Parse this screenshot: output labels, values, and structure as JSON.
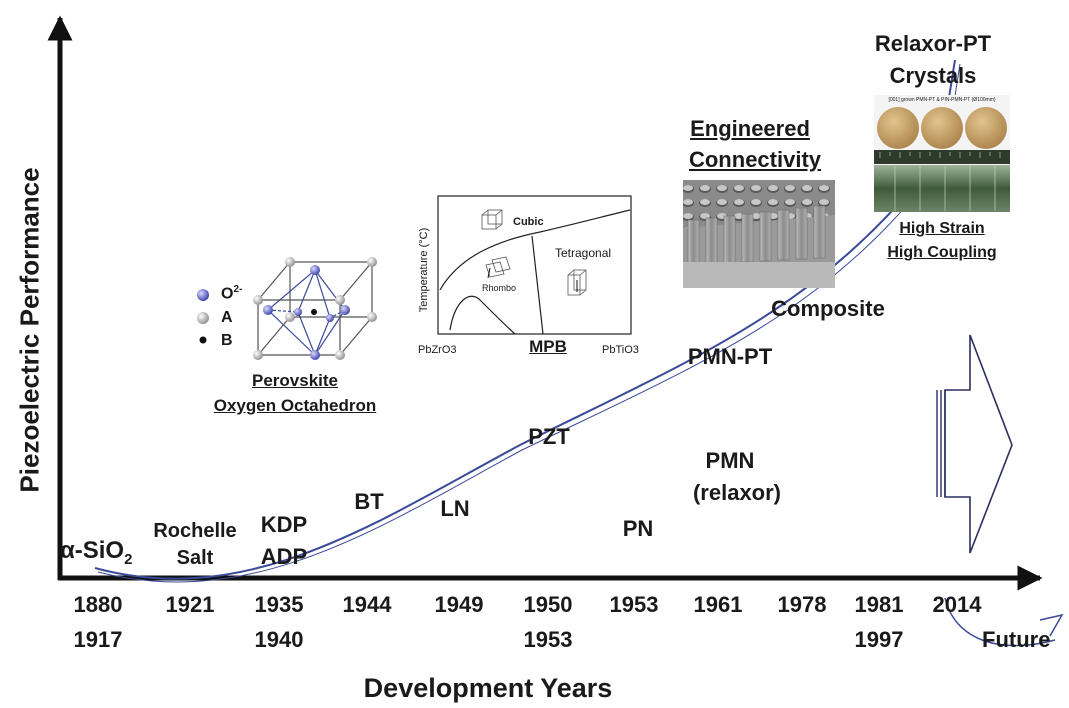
{
  "axes": {
    "x_label": "Development Years",
    "y_label": "Piezoelectric Performance",
    "future_label": "Future"
  },
  "years": [
    {
      "top": "1880",
      "bottom": "1917"
    },
    {
      "top": "1921",
      "bottom": ""
    },
    {
      "top": "1935",
      "bottom": "1940"
    },
    {
      "top": "1944",
      "bottom": ""
    },
    {
      "top": "1949",
      "bottom": ""
    },
    {
      "top": "1950",
      "bottom": "1953"
    },
    {
      "top": "1953",
      "bottom": ""
    },
    {
      "top": "1961",
      "bottom": ""
    },
    {
      "top": "1978",
      "bottom": ""
    },
    {
      "top": "1981",
      "bottom": "1997"
    },
    {
      "top": "2014",
      "bottom": ""
    }
  ],
  "materials": {
    "sio2_prefix": "α-SiO",
    "sio2_sub": "2",
    "rochelle_line1": "Rochelle",
    "rochelle_line2": "Salt",
    "kdp": "KDP",
    "adp": "ADP",
    "bt": "BT",
    "ln": "LN",
    "pzt": "PZT",
    "pn": "PN",
    "pmn_line1": "PMN",
    "pmn_line2": "(relaxor)",
    "pmn_pt": "PMN-PT",
    "composite": "Composite"
  },
  "perovskite": {
    "legend_o_base": "O",
    "legend_o_sup": "2-",
    "legend_a": "A",
    "legend_b": "B",
    "caption_line1": "Perovskite",
    "caption_line2": "Oxygen Octahedron"
  },
  "phase_diagram": {
    "y_label": "Temperature (°C)",
    "cubic": "Cubic",
    "tetragonal": "Tetragonal",
    "rhombo": "Rhombo",
    "left_end": "PbZrO3",
    "mpb": "MPB",
    "right_end": "PbTiO3"
  },
  "engineered": {
    "title_line1": "Engineered",
    "title_line2": "Connectivity"
  },
  "relaxor": {
    "title_line1": "Relaxor-PT",
    "title_line2": "Crystals",
    "photo_caption": "[001] grown PMN-PT & PIN-PMN-PT (Ø100mm)",
    "caption_line1": "High Strain",
    "caption_line2": "High Coupling"
  },
  "colors": {
    "axis": "#111111",
    "curve": "#3b4a9a",
    "oxygen": "#5a5fc0",
    "wafer": "#c9a46a",
    "crystal": "#3f5a3a"
  }
}
